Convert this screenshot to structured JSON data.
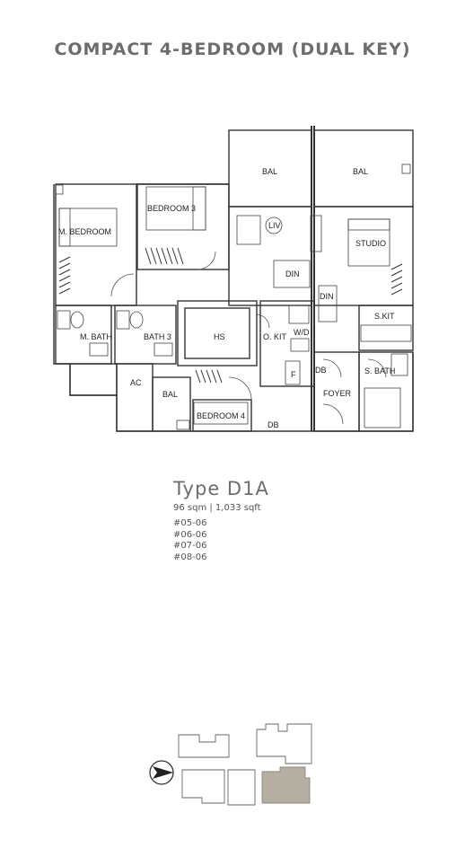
{
  "heading": "COMPACT 4-BEDROOM (DUAL KEY)",
  "rooms": {
    "bal_left": "BAL",
    "bal_right": "BAL",
    "m_bedroom": "M. BEDROOM",
    "bedroom3": "BEDROOM 3",
    "liv": "LIV",
    "din_main": "DIN",
    "din_studio": "DIN",
    "studio": "STUDIO",
    "skit": "S.KIT",
    "m_bath": "M. BATH",
    "bath3": "BATH 3",
    "hs": "HS",
    "okit": "O. KIT",
    "wd": "W/D",
    "f": "F",
    "db1": "DB",
    "db2": "DB",
    "sbath": "S. BATH",
    "ac": "AC",
    "bal_bottom": "BAL",
    "bedroom4": "BEDROOM 4",
    "foyer": "FOYER"
  },
  "unit_type": "Type D1A",
  "area": "96 sqm  |  1,033 sqft",
  "units": [
    "#05-06",
    "#06-06",
    "#07-06",
    "#08-06"
  ],
  "colors": {
    "highlight": "#b5aea2",
    "wall": "#333333",
    "heading": "#6d6d6d"
  },
  "keyplan_icon": "north-arrow-icon"
}
